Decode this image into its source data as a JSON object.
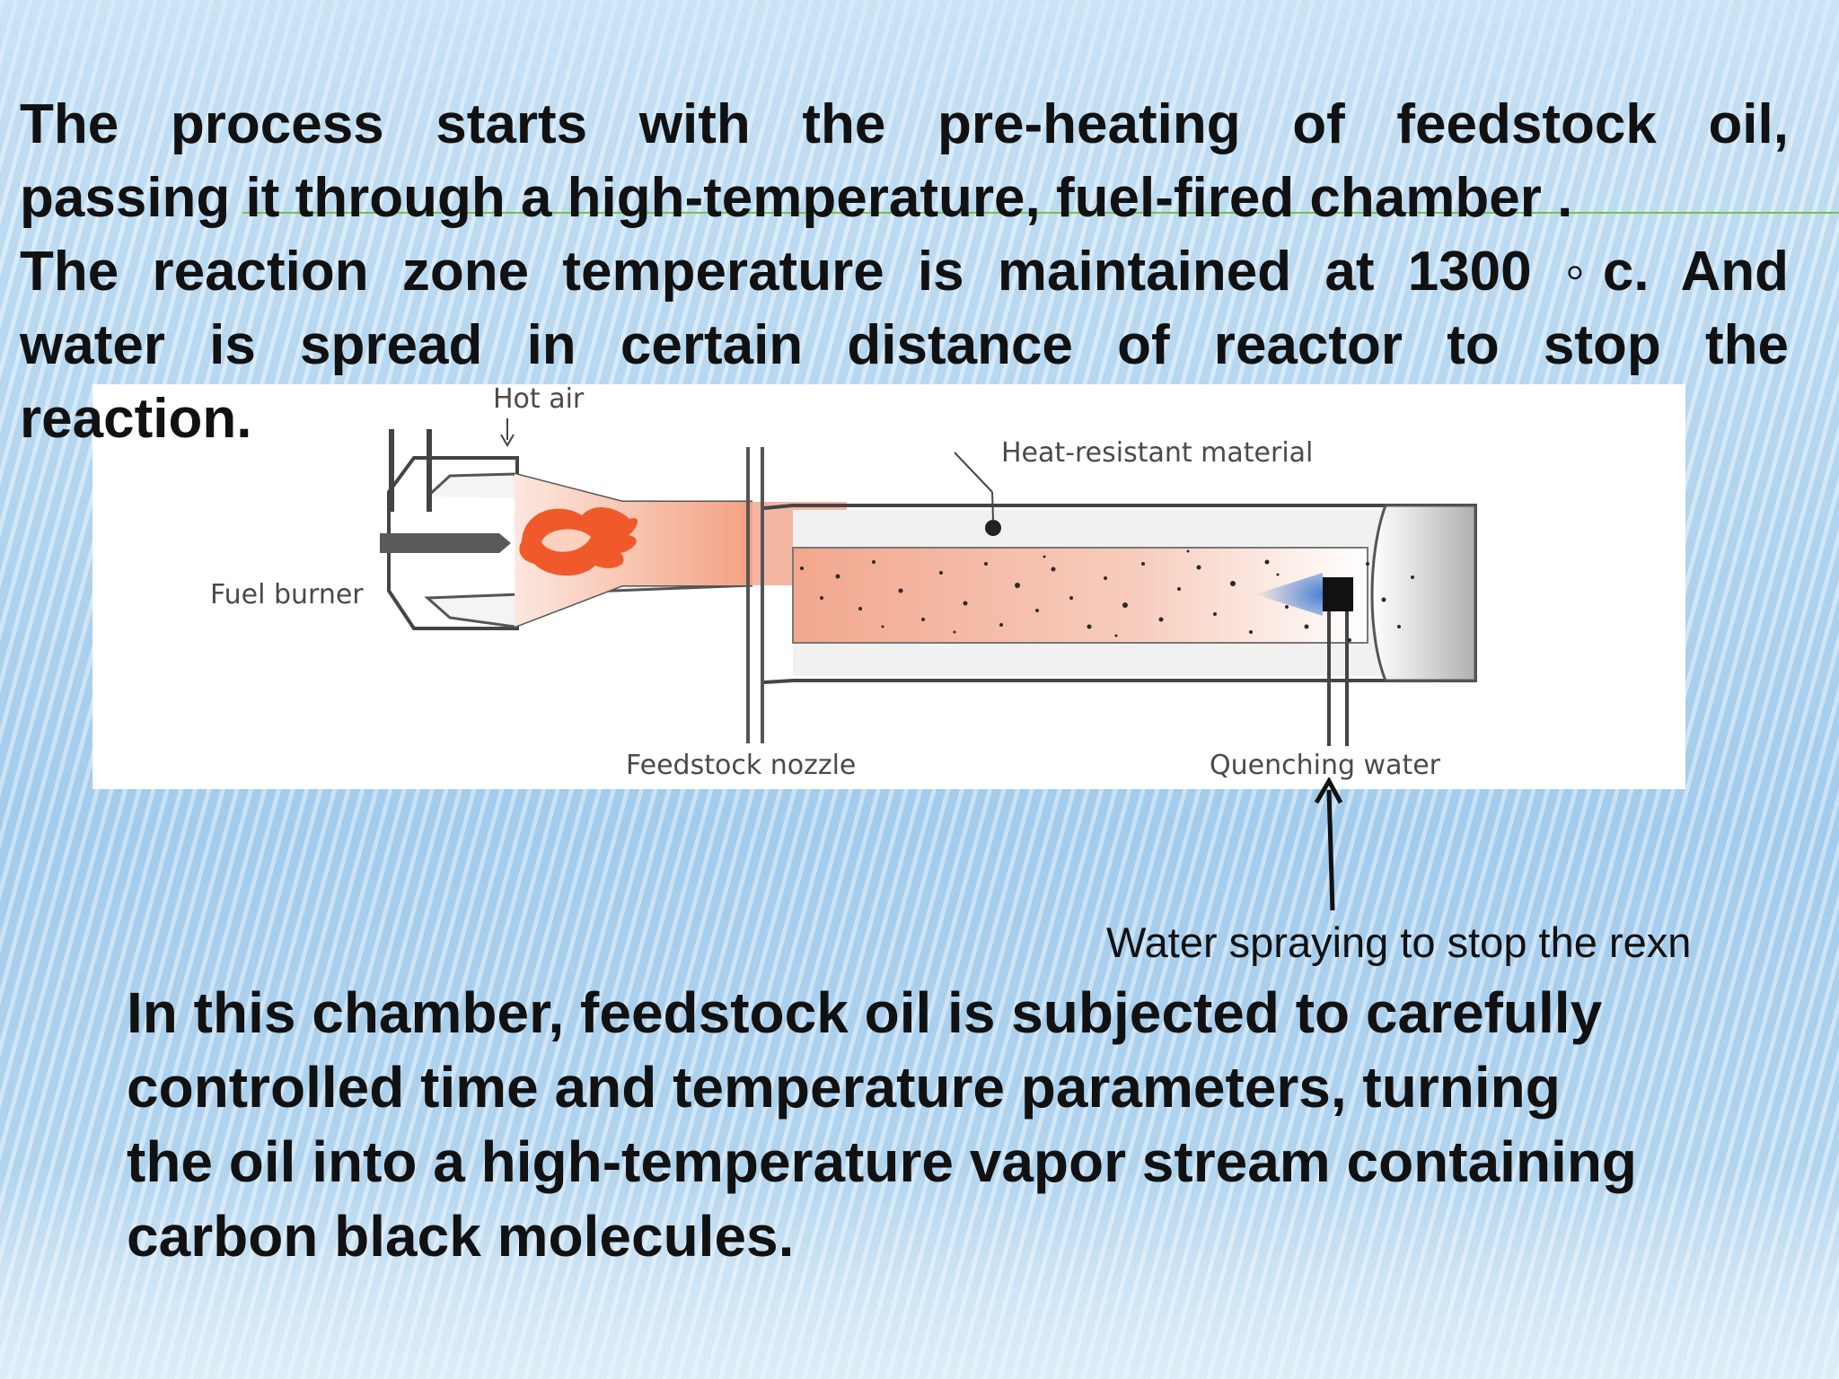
{
  "top_paragraph": {
    "line1": "The process starts with the pre-heating of feedstock oil,",
    "line2": "passing it through a high-temperature, fuel-fired chamber .",
    "line3": "The reaction zone temperature is maintained at  1300 ◦c. And",
    "line4": "water is spread in certain distance of reactor to stop the",
    "line5": "reaction."
  },
  "diagram": {
    "labels": {
      "hot_air": "Hot air",
      "heat_resistant": "Heat-resistant material",
      "fuel_burner": "Fuel burner",
      "feedstock_nozzle": "Feedstock nozzle",
      "quenching_water": "Quenching water"
    }
  },
  "annotation": {
    "text": "Water spraying to stop the rexn"
  },
  "bottom_paragraph": {
    "line1": "In this chamber, feedstock oil is subjected to carefully",
    "line2": "controlled time and temperature parameters, turning",
    "line3": "the oil into a high-temperature vapor stream containing",
    "line4": "carbon black molecules."
  },
  "colors": {
    "accent_line": "#79c04a",
    "flame": "#f05a2a",
    "reaction_zone": "#f3b6a0"
  }
}
